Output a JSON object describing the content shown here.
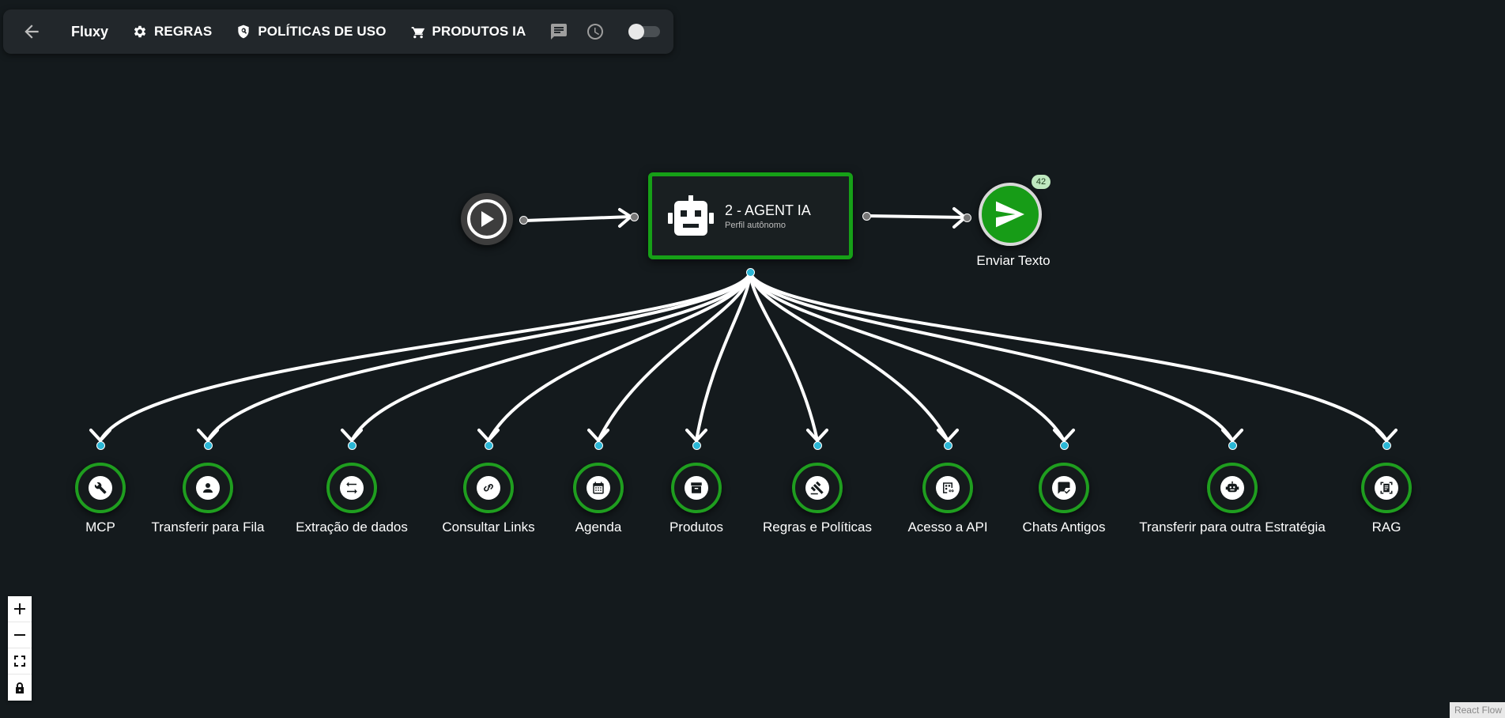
{
  "toolbar": {
    "brand": "Fluxy",
    "items": [
      {
        "label": "REGRAS",
        "icon": "gear-icon"
      },
      {
        "label": "POLÍTICAS DE USO",
        "icon": "shield-search-icon"
      },
      {
        "label": "PRODUTOS IA",
        "icon": "cart-icon"
      }
    ],
    "toggle_on": false
  },
  "flow": {
    "agent": {
      "title": "2 - AGENT IA",
      "subtitle": "Perfil autônomo"
    },
    "send": {
      "label": "Enviar Texto",
      "badge": "42"
    },
    "tools": [
      {
        "label": "MCP",
        "icon": "wrench-icon"
      },
      {
        "label": "Transferir para Fila",
        "icon": "person-icon"
      },
      {
        "label": "Extração de dados",
        "icon": "swap-arrows-icon"
      },
      {
        "label": "Consultar Links",
        "icon": "link-icon"
      },
      {
        "label": "Agenda",
        "icon": "calendar-icon"
      },
      {
        "label": "Produtos",
        "icon": "archive-box-icon"
      },
      {
        "label": "Regras e Políticas",
        "icon": "gavel-icon"
      },
      {
        "label": "Acesso a API",
        "icon": "api-link-icon"
      },
      {
        "label": "Chats Antigos",
        "icon": "chat-check-icon"
      },
      {
        "label": "Transferir para outra Estratégia",
        "icon": "robot-icon"
      },
      {
        "label": "RAG",
        "icon": "document-scan-icon"
      }
    ]
  },
  "controls": [
    "zoom-in",
    "zoom-out",
    "fit-view",
    "lock"
  ],
  "attribution": "React Flow",
  "colors": {
    "background": "#141a1d",
    "accent_green": "#16a017",
    "handle_cyan": "#2bb7d6",
    "toolbar": "#22272b"
  }
}
